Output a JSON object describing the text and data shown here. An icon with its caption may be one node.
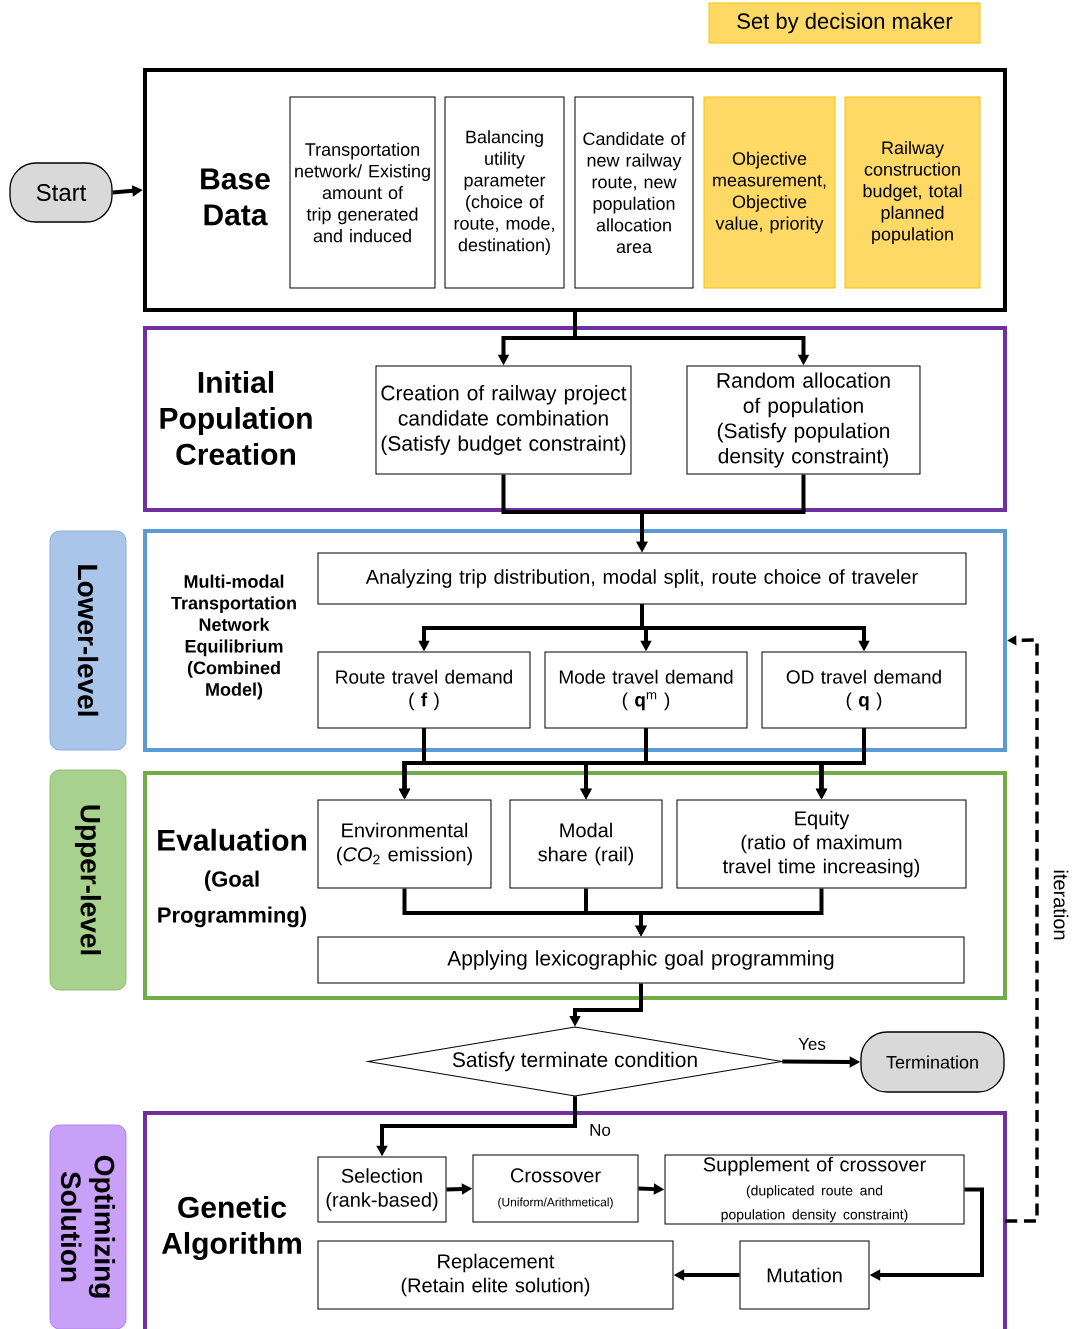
{
  "diagram": {
    "nodes": [
      {
        "text": [
          "Start"
        ]
      },
      {
        "text": [
          "Base Data"
        ]
      },
      {
        "text": [
          "Transportation network/ Existing amount of trip generated and induced"
        ],
        "in": 1
      },
      {
        "text": [
          "Balancing utility parameter (choice of route, mode, destination)"
        ],
        "in": 1
      },
      {
        "text": [
          "Candidate of new railway route, new population allocation area"
        ],
        "in": 1
      },
      {
        "text": [
          "Objective measurement, Objective value, priority"
        ],
        "in": 1
      },
      {
        "text": [
          "Railway construction budget, total planned population"
        ],
        "in": 1
      },
      {
        "text": [
          "Initial Population Creation"
        ]
      },
      {
        "text": [
          "Creation of railway project candidate combination (Satisfy budget constraint)"
        ],
        "in": 7
      },
      {
        "text": [
          "Random allocation of population (Satisfy population density constraint)"
        ],
        "in": 7
      },
      {
        "text": [
          "Lower-level"
        ]
      },
      {
        "text": [
          "Multi-modal Transportation Network Equilibrium (Combined Model)"
        ]
      },
      {
        "text": [
          "Analyzing trip distribution, modal split, route choice of traveler"
        ],
        "in": 11
      },
      {
        "text": [
          "Route travel demand",
          "( **f** )"
        ],
        "in": 11
      },
      {
        "text": [
          "Mode travel demand",
          "( **q**$^{m}$ )"
        ],
        "in": 11
      },
      {
        "text": [
          "OD travel demand",
          "( **q** )"
        ],
        "in": 11
      },
      {
        "text": [
          "Upper-level"
        ]
      },
      {
        "text": [
          "Evaluation",
          "(Goal Programming)"
        ]
      },
      {
        "text": [
          "Environmental",
          "(*CO*$_{2}$ emission)"
        ],
        "in": 17
      },
      {
        "text": [
          "Modal share (rail)"
        ],
        "in": 17
      },
      {
        "text": [
          "Equity",
          "(ratio of maximum travel time increasing)"
        ],
        "in": 17
      },
      {
        "text": [
          "Applying lexicographic goal programming"
        ],
        "in": 17
      },
      {
        "text": [
          "Satisfy terminate condition"
        ]
      },
      {
        "text": [
          "Termination"
        ]
      },
      {
        "text": [
          "Optimizing Solution"
        ]
      },
      {
        "text": [
          "Genetic Algorithm"
        ]
      },
      {
        "text": [
          "Selection (rank-based)"
        ],
        "in": 25
      },
      {
        "text": [
          "Crossover",
          "(Uniform/Arithmetical)"
        ],
        "in": 25
      },
      {
        "text": [
          "Supplement of crossover",
          "(duplicated route and population density constraint)"
        ],
        "in": 25
      },
      {
        "text": [
          "Mutation"
        ],
        "in": 25
      },
      {
        "text": [
          "Replacement",
          "(Retain elite solution)"
        ],
        "in": 25
      }
    ],
    "edges": [
      {
        "from": 0,
        "to": 1,
        "arrow": "to"
      },
      {
        "from": 1,
        "to": 8,
        "arrow": "to"
      },
      {
        "from": 1,
        "to": 9,
        "arrow": "to"
      },
      {
        "from": 8,
        "to": 12,
        "arrow": "to"
      },
      {
        "from": 9,
        "to": 12,
        "arrow": "to"
      },
      {
        "from": 12,
        "to": 13,
        "arrow": "to"
      },
      {
        "from": 12,
        "to": 14,
        "arrow": "to"
      },
      {
        "from": 12,
        "to": 15,
        "arrow": "to"
      },
      {
        "from": 13,
        "to": 18,
        "arrow": "to"
      },
      {
        "from": 13,
        "to": 19,
        "arrow": "to"
      },
      {
        "from": 13,
        "to": 20,
        "arrow": "to"
      },
      {
        "from": 14,
        "to": 18,
        "arrow": "to"
      },
      {
        "from": 14,
        "to": 19,
        "arrow": "to"
      },
      {
        "from": 14,
        "to": 20,
        "arrow": "to"
      },
      {
        "from": 15,
        "to": 18,
        "arrow": "to"
      },
      {
        "from": 15,
        "to": 19,
        "arrow": "to"
      },
      {
        "from": 15,
        "to": 20,
        "arrow": "to"
      },
      {
        "from": 18,
        "to": 21,
        "arrow": "to"
      },
      {
        "from": 19,
        "to": 21,
        "arrow": "to"
      },
      {
        "from": 20,
        "to": 21,
        "arrow": "to"
      },
      {
        "from": 21,
        "to": 22,
        "arrow": "to"
      },
      {
        "from": 22,
        "to": 23,
        "arrow": "to",
        "label": "Yes"
      },
      {
        "from": 22,
        "to": 26,
        "arrow": "to",
        "label": "No"
      },
      {
        "from": 26,
        "to": 27,
        "arrow": "to"
      },
      {
        "from": 27,
        "to": 28,
        "arrow": "to"
      },
      {
        "from": 28,
        "to": 29,
        "arrow": "to"
      },
      {
        "from": 29,
        "to": 30,
        "arrow": "to"
      },
      {
        "from": 25,
        "to": 11,
        "arrow": "to",
        "label": "iteration",
        "style": "dashed"
      }
    ],
    "legend": [
      {
        "text": "Set by decision maker",
        "color": "#ffd966"
      }
    ]
  }
}
